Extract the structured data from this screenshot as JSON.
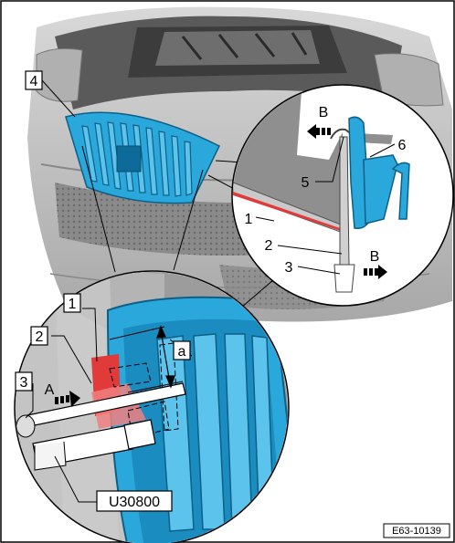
{
  "callouts": {
    "c4": "4",
    "c1": "1",
    "c2": "2",
    "c3": "3",
    "cA": "A",
    "ca": "a",
    "tool": "U30800"
  },
  "detail_callouts": {
    "B_top": "B",
    "d5": "5",
    "d6": "6",
    "d1": "1",
    "d2": "2",
    "d3": "3",
    "B_bottom": "B"
  },
  "figure_ref": "E63-10139",
  "colors": {
    "part_blue": "#2aa8dc",
    "seal_red": "#e03a3a",
    "outline": "#000000"
  }
}
